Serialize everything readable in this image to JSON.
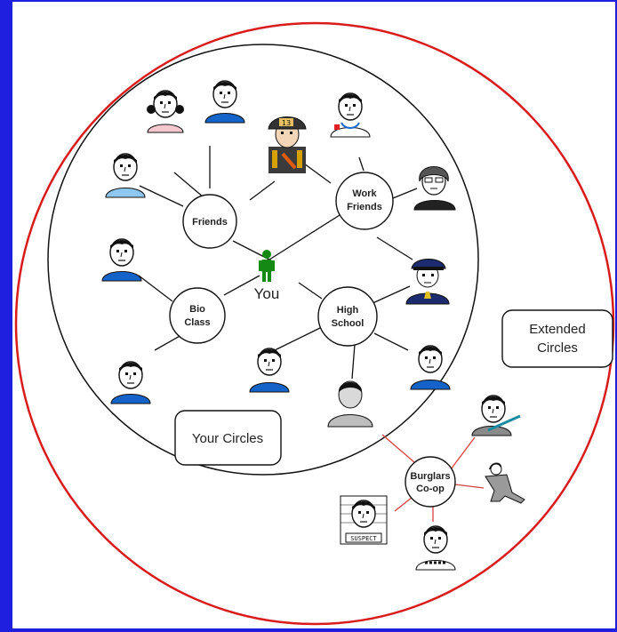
{
  "you_label": "You",
  "circles": {
    "friends": [
      "Friends"
    ],
    "work_friends": [
      "Work",
      "Friends"
    ],
    "bio_class": [
      "Bio",
      "Class"
    ],
    "high_school": [
      "High",
      "School"
    ],
    "burglars": [
      "Burglars",
      "Co-op"
    ]
  },
  "your_circles_label": "Your Circles",
  "extended_circles_label": [
    "Extended",
    "Circles"
  ],
  "mugshot_text": "SUSPECT",
  "firefighter_number": "13",
  "colors": {
    "frame": "#1f1fe0",
    "outer_ring": "#d81c1c",
    "inner_ring": "#111111",
    "red_links": "#d84040",
    "you_figure": "#148a14",
    "shirt_blue": "#1463c8",
    "shirt_pink": "#f5c8d0",
    "shirt_light_blue": "#8ec8f0"
  }
}
